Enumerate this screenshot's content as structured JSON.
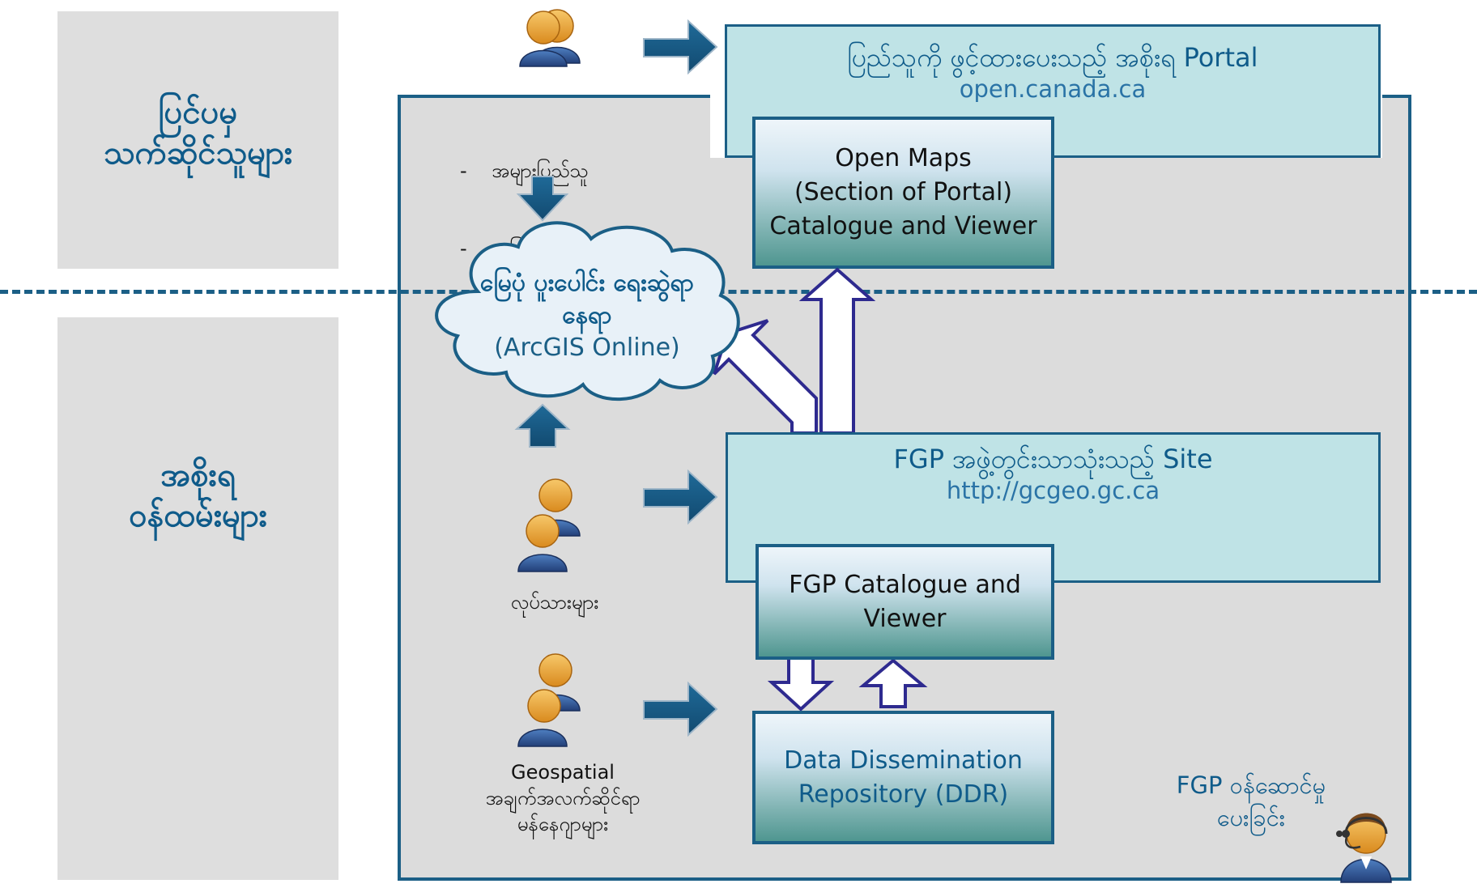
{
  "left_panels": {
    "external": "ပြင်ပမှ\nသက်ဆိုင်သူများ",
    "government": "အစိုးရ\nဝန်ထမ်းများ"
  },
  "portal": {
    "title": "ပြည်သူကို ဖွင့်ထားပေးသည့် အစိုးရ Portal",
    "url": "open.canada.ca"
  },
  "open_maps": {
    "line1": "Open Maps",
    "line2": "(Section of Portal)",
    "line3": "Catalogue and Viewer"
  },
  "audience": {
    "item1": "-    အများပြည်သူ",
    "item2": "-    အခြားသက်ဆိုင်သူများ"
  },
  "cloud": {
    "line1": "မြေပုံ ပူးပေါင်း ရေးဆွဲရာ",
    "line2": "နေရာ",
    "line3": "(ArcGIS Online)"
  },
  "fgp_site": {
    "title": "FGP အဖွဲ့တွင်းသာသုံးသည့် Site",
    "url": "http://gcgeo.gc.ca"
  },
  "fgp_catalogue": {
    "line1": "FGP  Catalogue and",
    "line2": "Viewer"
  },
  "ddr": {
    "line1": "Data Dissemination",
    "line2": "Repository (DDR)"
  },
  "workers_label": "လုပ်သားများ",
  "geospatial": {
    "line1": "Geospatial",
    "line2": "အချက်အလက်ဆိုင်ရာ",
    "line3": "မန်နေဂျာများ"
  },
  "fgp_service": {
    "line1": "FGP ဝန်ဆောင်မှု",
    "line2": "ပေးခြင်း"
  },
  "colors": {
    "accent": "#1b5f86",
    "teal": "#bfe3e6",
    "panel": "#dedede"
  }
}
